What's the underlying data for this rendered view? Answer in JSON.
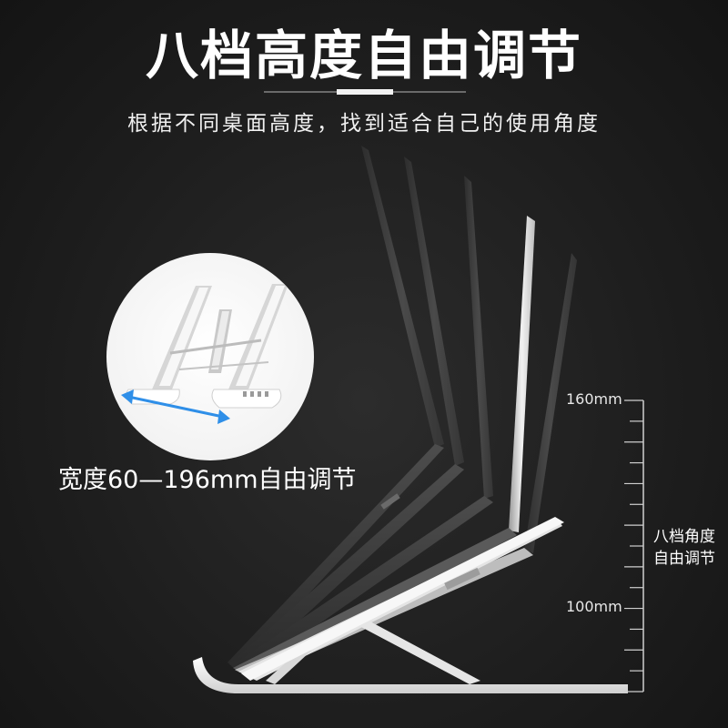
{
  "header": {
    "title": "八档高度自由调节",
    "subtitle": "根据不同桌面高度，找到适合自己的使用角度"
  },
  "inset": {
    "width_caption": "宽度60—196mm自由调节"
  },
  "scale": {
    "top_label": "160mm",
    "bottom_label": "100mm",
    "tick_count": 15
  },
  "angle_note": {
    "line1": "八档角度",
    "line2": "自由调节"
  },
  "colors": {
    "background": "#1e1e1e",
    "text": "#ffffff",
    "laptop_dark": "#3f3f3f",
    "laptop_silver": "#d9d9d9",
    "stand_white": "#f2f2f2",
    "arrow_blue": "#2f8fe8"
  },
  "icons": {
    "stand_photo": "laptop-stand-icon",
    "width_arrow": "double-arrow-icon"
  }
}
